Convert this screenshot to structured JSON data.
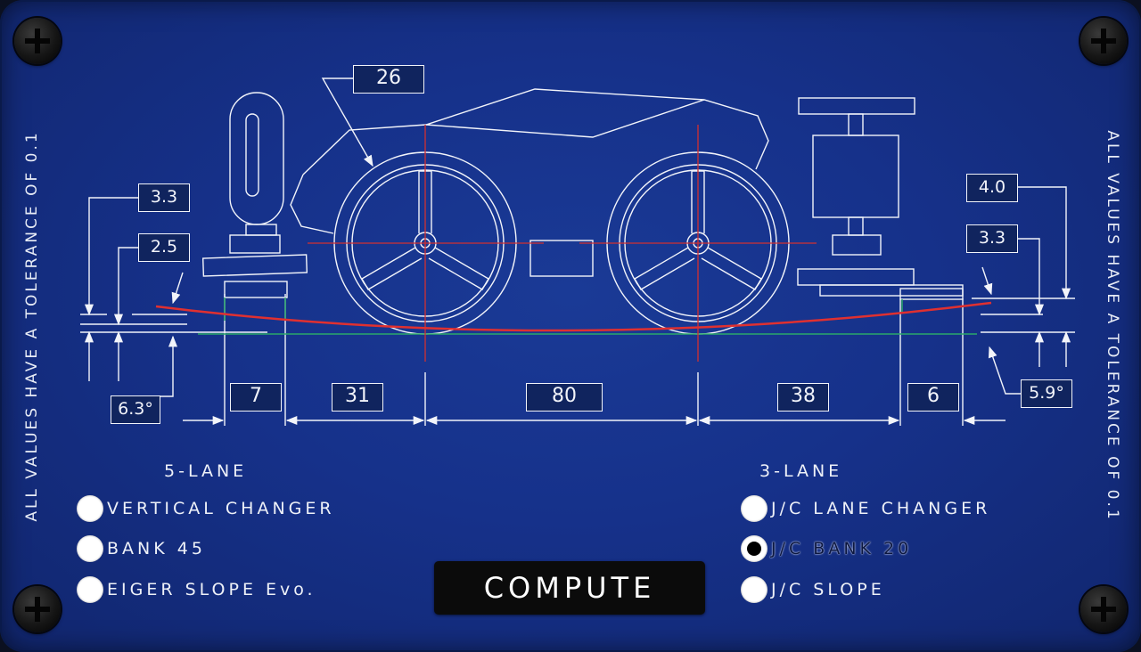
{
  "side_labels": {
    "left": "ALL VALUES HAVE A TOLERANCE OF 0.1",
    "right": "ALL VALUES HAVE A TOLERANCE OF 0.1"
  },
  "dimensions": {
    "wheel_diameter": "26",
    "left_height_outer": "3.3",
    "left_height_inner": "2.5",
    "left_angle": "6.3°",
    "right_height_outer": "4.0",
    "right_height_inner": "3.3",
    "right_angle": "5.9°",
    "seg_left_margin": "7",
    "seg_left_gap": "31",
    "seg_wheelbase": "80",
    "seg_right_gap": "38",
    "seg_right_margin": "6"
  },
  "groups": {
    "five_lane": {
      "title": "5-LANE",
      "options": [
        "VERTICAL CHANGER",
        "BANK 45",
        "EIGER SLOPE Evo."
      ]
    },
    "three_lane": {
      "title": "3-LANE",
      "options": [
        "J/C LANE CHANGER",
        "J/C BANK 20",
        "J/C SLOPE"
      ],
      "selected": "J/C BANK 20"
    }
  },
  "compute_label": "COMPUTE",
  "colors": {
    "panel": "#16318a",
    "line": "#f2f4fa",
    "center_line": "#d23030",
    "curve": "#e03030",
    "baseline": "#2aa86a"
  },
  "icons": [
    "screw-icon",
    "radio-icon"
  ]
}
